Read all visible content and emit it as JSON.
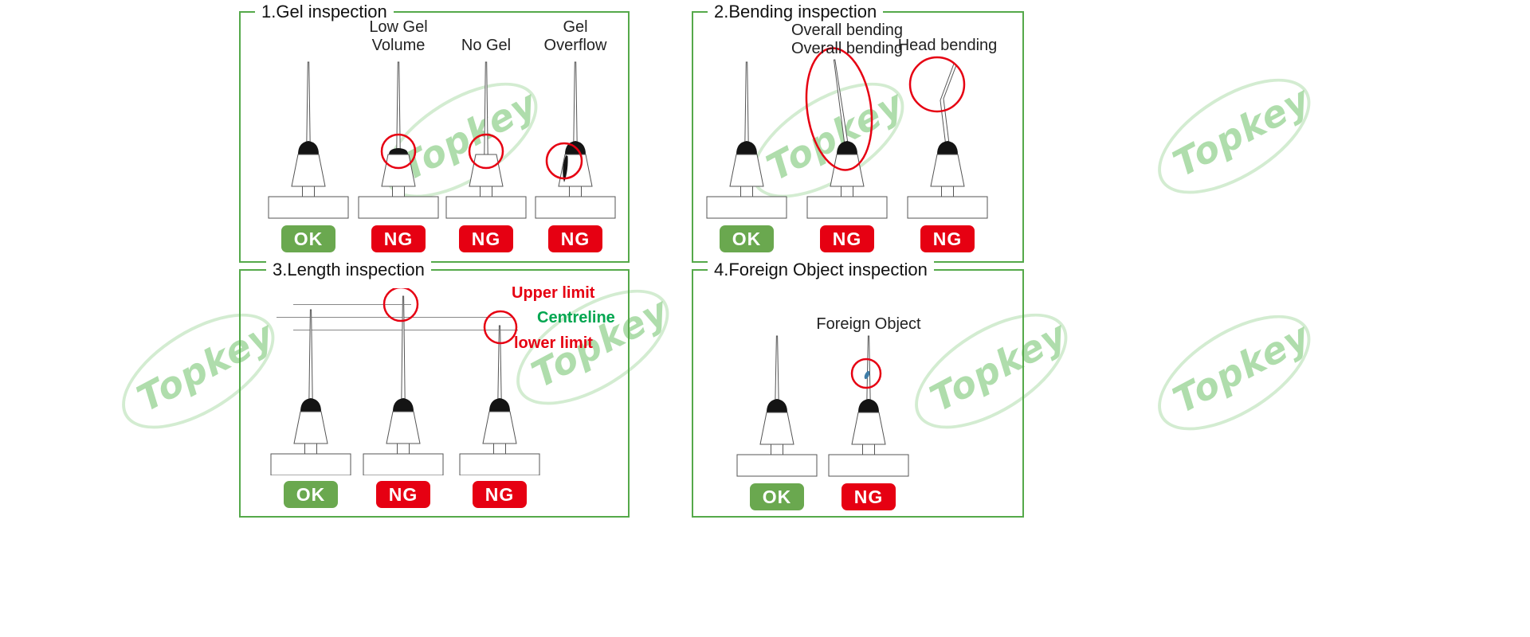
{
  "watermark": {
    "text": "Topkey"
  },
  "colors": {
    "panel_border": "#55a94a",
    "ok_green": "#6aa84f",
    "ng_red": "#e60012",
    "annotation_red": "#e60012",
    "centreline_green": "#00a650"
  },
  "panels": {
    "gel": {
      "title": "1.Gel inspection",
      "figures": [
        {
          "label": "",
          "badge": "OK"
        },
        {
          "label": "Low Gel\nVolume",
          "badge": "NG"
        },
        {
          "label": "No Gel",
          "badge": "NG"
        },
        {
          "label": "Gel\nOverflow",
          "badge": "NG"
        }
      ]
    },
    "bending": {
      "title": "2.Bending inspection",
      "figures": [
        {
          "label": "",
          "badge": "OK"
        },
        {
          "label": "Overall bending\nOverall bending",
          "badge": "NG"
        },
        {
          "label": "Head bending",
          "badge": "NG"
        }
      ]
    },
    "length": {
      "title": "3.Length inspection",
      "lines": [
        {
          "label": "Upper limit"
        },
        {
          "label": "Centreline"
        },
        {
          "label": "lower limit"
        }
      ],
      "figures": [
        {
          "label": "",
          "badge": "OK"
        },
        {
          "label": "",
          "badge": "NG"
        },
        {
          "label": "",
          "badge": "NG"
        }
      ]
    },
    "foreign": {
      "title": "4.Foreign Object inspection",
      "figures": [
        {
          "label": "",
          "badge": "OK"
        },
        {
          "label": "Foreign Object",
          "badge": "NG"
        }
      ]
    }
  }
}
